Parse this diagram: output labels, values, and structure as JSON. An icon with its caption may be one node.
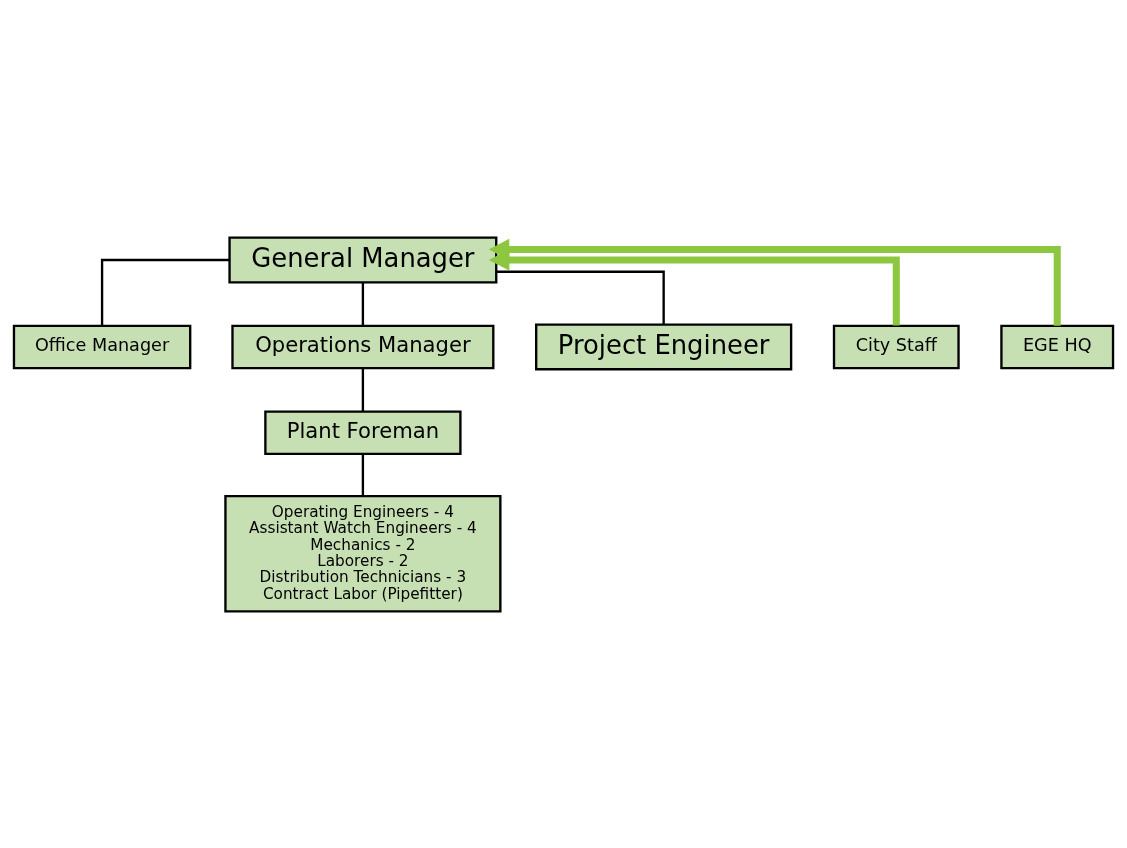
{
  "diagram": {
    "nodes": [
      {
        "text": [
          "General Manager"
        ]
      },
      {
        "text": [
          "City Staff"
        ]
      },
      {
        "text": [
          "EGE HQ"
        ]
      },
      {
        "text": [
          "Office Manager"
        ]
      },
      {
        "text": [
          "Operations Manager"
        ]
      },
      {
        "text": [
          "Project Engineer"
        ]
      },
      {
        "text": [
          "Plant Foreman"
        ]
      },
      {
        "text": [
          "Operating Engineers - 4",
          "Assistant Watch Engineers - 4",
          "Mechanics - 2",
          "Laborers - 2",
          "Distribution Technicians - 3",
          "Contract Labor (Pipefitter)"
        ]
      }
    ],
    "edges": [
      {
        "from": 0,
        "to": 3,
        "arrow": "none"
      },
      {
        "from": 0,
        "to": 4,
        "arrow": "none"
      },
      {
        "from": 0,
        "to": 5,
        "arrow": "none"
      },
      {
        "from": 1,
        "to": 0,
        "arrow": "to",
        "style": "thick",
        "color": "#8dc63f"
      },
      {
        "from": 2,
        "to": 0,
        "arrow": "to",
        "style": "thick",
        "color": "#8dc63f"
      },
      {
        "from": 4,
        "to": 6,
        "arrow": "none"
      },
      {
        "from": 6,
        "to": 7,
        "arrow": "none"
      }
    ]
  }
}
